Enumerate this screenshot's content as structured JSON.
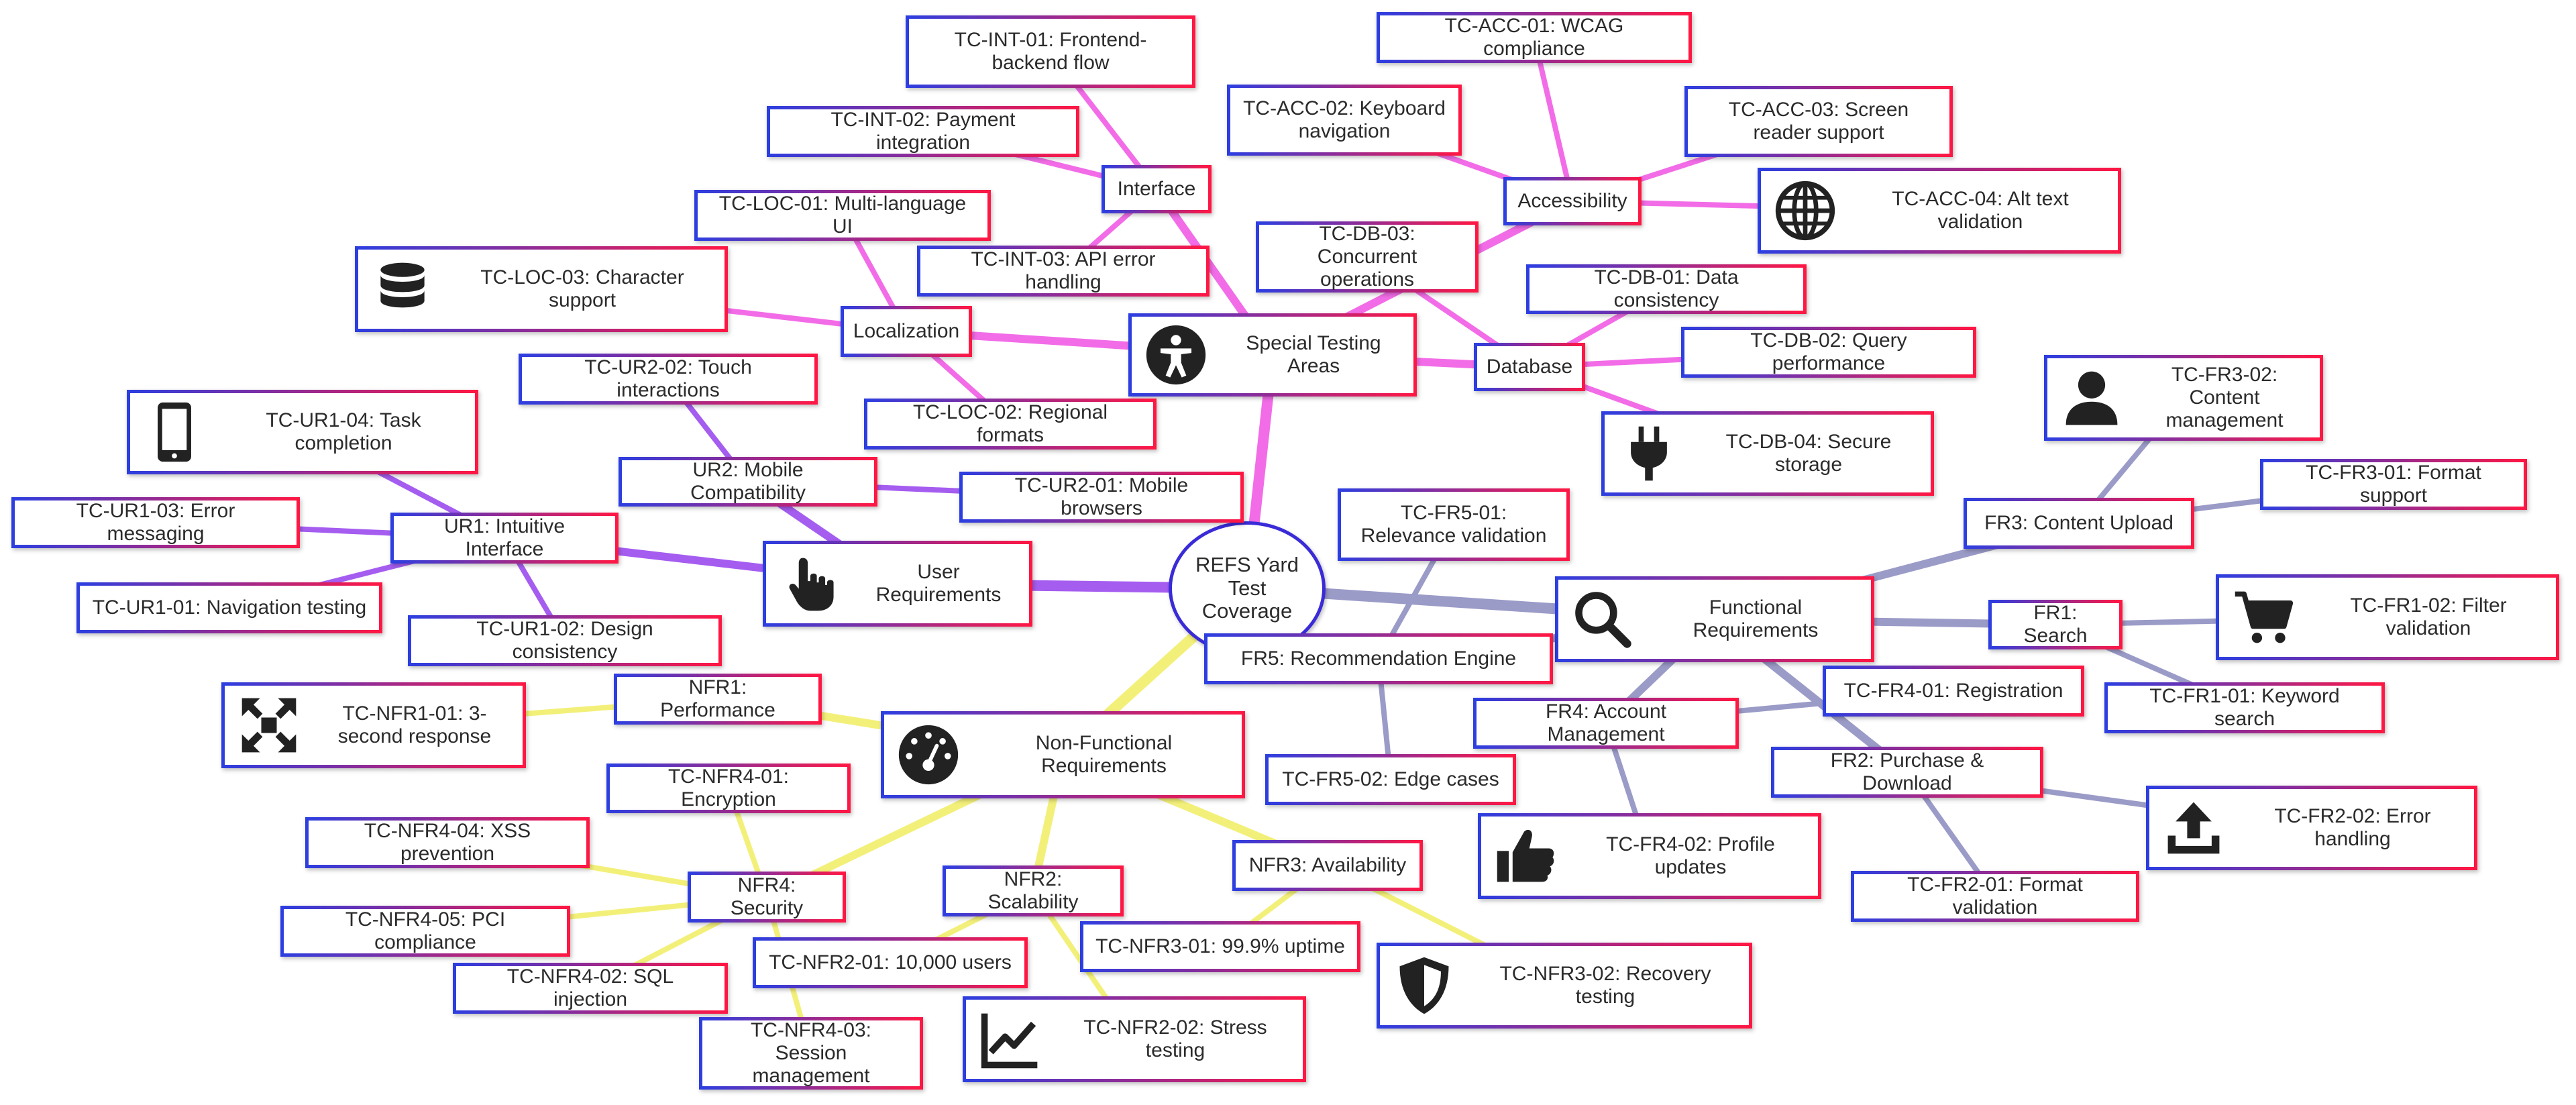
{
  "root": {
    "label": "REFS Yard\nTest Coverage"
  },
  "branch_colors": {
    "special": "#f26ce7",
    "user": "#a55df0",
    "functional": "#9b9bc8",
    "nonfunctional": "#f3f07a"
  },
  "nodes": {
    "special": {
      "label": "Special Testing Areas",
      "icon": "accessibility-person-icon"
    },
    "user_req": {
      "label": "User Requirements",
      "icon": "pointing-hand-icon"
    },
    "functional": {
      "label": "Functional Requirements",
      "icon": "magnifier-icon"
    },
    "nonfunctional": {
      "label": "Non-Functional Requirements",
      "icon": "speedometer-icon"
    },
    "interface": {
      "label": "Interface"
    },
    "tc_int_01": {
      "label": "TC-INT-01: Frontend-backend flow"
    },
    "tc_int_02": {
      "label": "TC-INT-02: Payment integration"
    },
    "tc_int_03": {
      "label": "TC-INT-03: API error handling"
    },
    "localization": {
      "label": "Localization"
    },
    "tc_loc_01": {
      "label": "TC-LOC-01: Multi-language UI"
    },
    "tc_loc_02": {
      "label": "TC-LOC-02: Regional formats"
    },
    "tc_loc_03": {
      "label": "TC-LOC-03: Character support",
      "icon": "database-icon"
    },
    "accessibility": {
      "label": "Accessibility"
    },
    "tc_acc_01": {
      "label": "TC-ACC-01: WCAG compliance"
    },
    "tc_acc_02": {
      "label": "TC-ACC-02: Keyboard navigation"
    },
    "tc_acc_03": {
      "label": "TC-ACC-03: Screen reader support"
    },
    "tc_acc_04": {
      "label": "TC-ACC-04: Alt text validation",
      "icon": "globe-icon"
    },
    "database": {
      "label": "Database"
    },
    "tc_db_01": {
      "label": "TC-DB-01: Data consistency"
    },
    "tc_db_02": {
      "label": "TC-DB-02: Query performance"
    },
    "tc_db_03": {
      "label": "TC-DB-03: Concurrent operations"
    },
    "tc_db_04": {
      "label": "TC-DB-04: Secure storage",
      "icon": "plug-icon"
    },
    "ur1": {
      "label": "UR1: Intuitive Interface"
    },
    "tc_ur1_01": {
      "label": "TC-UR1-01: Navigation testing"
    },
    "tc_ur1_02": {
      "label": "TC-UR1-02: Design consistency"
    },
    "tc_ur1_03": {
      "label": "TC-UR1-03: Error messaging"
    },
    "tc_ur1_04": {
      "label": "TC-UR1-04: Task completion",
      "icon": "mobile-phone-icon"
    },
    "ur2": {
      "label": "UR2: Mobile Compatibility"
    },
    "tc_ur2_01": {
      "label": "TC-UR2-01: Mobile browsers"
    },
    "tc_ur2_02": {
      "label": "TC-UR2-02: Touch interactions"
    },
    "fr1": {
      "label": "FR1: Search"
    },
    "tc_fr1_01": {
      "label": "TC-FR1-01: Keyword search"
    },
    "tc_fr1_02": {
      "label": "TC-FR1-02: Filter validation",
      "icon": "cart-icon"
    },
    "fr2": {
      "label": "FR2: Purchase & Download"
    },
    "tc_fr2_01": {
      "label": "TC-FR2-01: Format validation"
    },
    "tc_fr2_02": {
      "label": "TC-FR2-02: Error handling",
      "icon": "upload-icon"
    },
    "fr3": {
      "label": "FR3: Content Upload"
    },
    "tc_fr3_01": {
      "label": "TC-FR3-01: Format support"
    },
    "tc_fr3_02": {
      "label": "TC-FR3-02: Content management",
      "icon": "user-icon"
    },
    "fr4": {
      "label": "FR4: Account Management"
    },
    "tc_fr4_01": {
      "label": "TC-FR4-01: Registration"
    },
    "tc_fr4_02": {
      "label": "TC-FR4-02: Profile updates",
      "icon": "thumbs-up-icon"
    },
    "fr5": {
      "label": "FR5: Recommendation Engine"
    },
    "tc_fr5_01": {
      "label": "TC-FR5-01: Relevance validation"
    },
    "tc_fr5_02": {
      "label": "TC-FR5-02: Edge cases"
    },
    "nfr1": {
      "label": "NFR1: Performance"
    },
    "tc_nfr1_01": {
      "label": "TC-NFR1-01: 3-second response",
      "icon": "expand-arrows-icon"
    },
    "nfr2": {
      "label": "NFR2: Scalability"
    },
    "tc_nfr2_01": {
      "label": "TC-NFR2-01: 10,000 users"
    },
    "tc_nfr2_02": {
      "label": "TC-NFR2-02: Stress testing",
      "icon": "line-chart-icon"
    },
    "nfr3": {
      "label": "NFR3: Availability"
    },
    "tc_nfr3_01": {
      "label": "TC-NFR3-01: 99.9% uptime"
    },
    "tc_nfr3_02": {
      "label": "TC-NFR3-02: Recovery testing",
      "icon": "shield-icon"
    },
    "nfr4": {
      "label": "NFR4: Security"
    },
    "tc_nfr4_01": {
      "label": "TC-NFR4-01: Encryption"
    },
    "tc_nfr4_02": {
      "label": "TC-NFR4-02: SQL injection"
    },
    "tc_nfr4_03": {
      "label": "TC-NFR4-03: Session management"
    },
    "tc_nfr4_04": {
      "label": "TC-NFR4-04: XSS prevention"
    },
    "tc_nfr4_05": {
      "label": "TC-NFR4-05: PCI compliance"
    }
  }
}
